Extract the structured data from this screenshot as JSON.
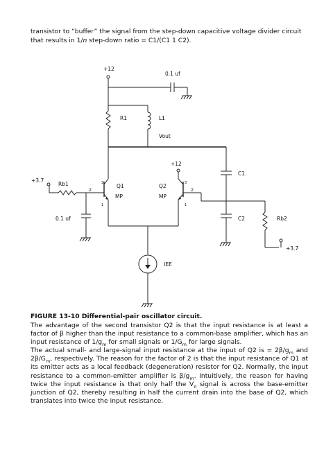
{
  "intro": {
    "line1": "transistor to “buffer” the signal from the step-down capacitive voltage divider circuit",
    "line2_pre": "that results in 1/",
    "line2_n": "n",
    "line2_post": " step-down ratio = C1/(C1 1 C2)."
  },
  "circuit": {
    "vcc_top": "+12",
    "cap_top": "0.1 uf",
    "r1": "R1",
    "l1": "L1",
    "vout": "Vout",
    "vcc_q2": "+12",
    "c1": "C1",
    "vbias_left": "+3.7",
    "rb1": "Rb1",
    "pin2_left": "2",
    "q1_name": "Q1",
    "q1_type": "MP",
    "q2_name": "Q2",
    "q2_type": "MP",
    "pin2_right": "2",
    "cap_left": "0.1 uf",
    "c2": "C2",
    "rb2": "Rb2",
    "vbias_right": "+3.7",
    "iee": "IEE"
  },
  "caption": "FIGURE 13-10 Differential-pair oscillator circuit.",
  "paragraph1": {
    "a": "The advantage of the second transistor Q2 is that the input resistance is at least a factor of β higher than the input resistance to a common-base amplifier, which has an input resistance of 1/g",
    "a_sub": "m",
    "b": " for small signals or 1/G",
    "b_sub": "m",
    "c": " for large signals."
  },
  "paragraph2": {
    "a": "The actual small- and large-signal input resistance at the input of Q2 is = 2β/g",
    "a_sub": "m",
    "b": " and 2β/G",
    "b_sub": "m",
    "c": ", respectively. The reason for the factor of 2 is that the input resistance of Q1 at its emitter acts as a local feedback (degeneration) resistor for Q2. Normally, the input resistance to a common-emitter amplifier is β/g",
    "c_sub": "m",
    "d": ". Intuitively, the reason for having twice the input resistance is that only half the V",
    "d_sub": "π",
    "e": " signal is across the base-emitter junction of Q2, thereby resulting in half the current drain into the base of Q2, which translates into twice the input resistance."
  }
}
